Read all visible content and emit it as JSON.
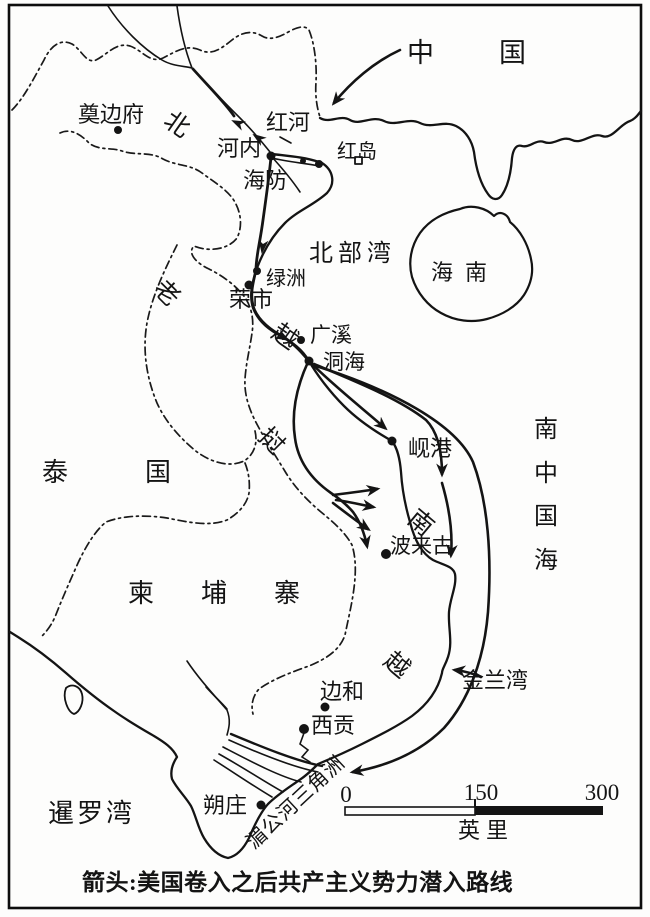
{
  "caption": "箭头:美国卷入之后共产主义势力潜入路线",
  "countries": {
    "china": "中国",
    "thailand": "泰国",
    "cambodia": "柬埔寨",
    "north_vietnam_chars": [
      "北",
      "越"
    ],
    "laos_chars": [
      "老",
      "挝"
    ],
    "south_vietnam_chars": [
      "南",
      "越"
    ]
  },
  "water": {
    "gulf_of_tonkin": "北部湾",
    "south_china_sea_chars": [
      "南",
      "中",
      "国",
      "海"
    ],
    "gulf_of_siam": "暹罗湾",
    "red_river": "红河"
  },
  "islands": {
    "hainan": "海南",
    "hon_gai": "红岛"
  },
  "places": {
    "dien_bien_phu": "奠边府",
    "hanoi": "河内",
    "haiphong": "海防",
    "luc_chau": "绿洲",
    "vinh": "荣市",
    "quang_khe": "广溪",
    "dong_hoi": "洞海",
    "da_nang": "岘港",
    "pleiku": "波来古",
    "cam_ranh_bay": "金兰湾",
    "bien_hoa": "边和",
    "saigon": "西贡",
    "soc_trang": "朔庄",
    "mekong_delta": "湄公河三角洲"
  },
  "scale_bar": {
    "start": "0",
    "middle": "150",
    "end": "300",
    "unit": "英里"
  },
  "colors": {
    "ink": "#141414",
    "paper": "#fdfdfc"
  }
}
